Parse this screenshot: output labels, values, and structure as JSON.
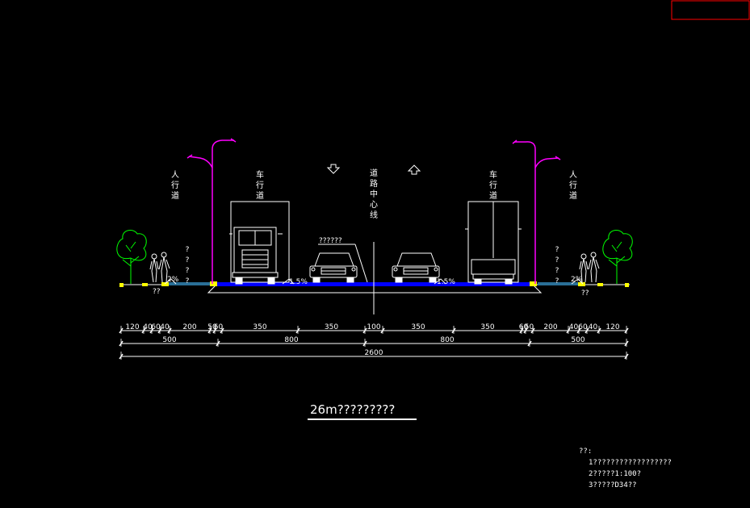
{
  "colors": {
    "background": "#000000",
    "lines": "#ffffff",
    "lamp": "#ff00ff",
    "road": "#0000ff",
    "sidewalk": "#2a6f97",
    "marker": "#ffff00",
    "tree": "#00ff00",
    "frame": "#ff0000"
  },
  "labels": {
    "sidewalk_left": "人行道",
    "carriageway_left": "车行道",
    "centerline": "道路中心线",
    "carriageway_right": "车行道",
    "sidewalk_right": "人行道",
    "greenbelt_left": "????",
    "greenbelt_right": "????",
    "median_callout": "??????",
    "slope_sidewalk_left": "2%",
    "slope_sidewalk_right": "2%",
    "slope_road_left": "1.5%",
    "slope_road_right": "1.5%",
    "under_left": "??",
    "under_right": "??"
  },
  "dimensions": {
    "row1": [
      "120",
      "40",
      "60",
      "40",
      "200",
      "50",
      "60",
      "350",
      "350",
      "100",
      "350",
      "350",
      "60",
      "50",
      "200",
      "40",
      "60",
      "40",
      "120"
    ],
    "row2": [
      "500",
      "800",
      "800",
      "500"
    ],
    "row3": "2600"
  },
  "title": "26m?????????",
  "notes": {
    "header": "??:",
    "lines": [
      "1??????????????????",
      "2?????1:100?",
      "3?????D34??"
    ]
  },
  "icons": [
    "street-lamp-icon",
    "tree-icon",
    "pedestrian-icon",
    "truck-icon",
    "car-icon",
    "direction-arrow-icon"
  ]
}
